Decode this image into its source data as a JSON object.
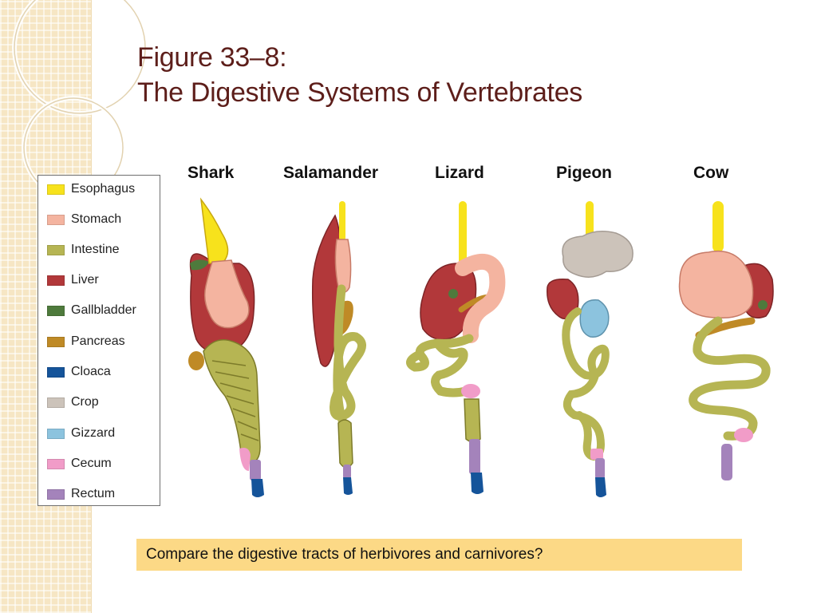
{
  "slide": {
    "title_line1": "Figure 33–8:",
    "title_line2": "The Digestive Systems of Vertebrates"
  },
  "legend": {
    "items": [
      {
        "label": "Esophagus",
        "color": "#f7e21c"
      },
      {
        "label": "Stomach",
        "color": "#f4b4a0"
      },
      {
        "label": "Intestine",
        "color": "#b6b553"
      },
      {
        "label": "Liver",
        "color": "#b2383a"
      },
      {
        "label": "Gallbladder",
        "color": "#4e7a3c"
      },
      {
        "label": "Pancreas",
        "color": "#bf8a26"
      },
      {
        "label": "Cloaca",
        "color": "#15549a"
      },
      {
        "label": "Crop",
        "color": "#ccc3ba"
      },
      {
        "label": "Gizzard",
        "color": "#8cc3de"
      },
      {
        "label": "Cecum",
        "color": "#f19cc8"
      },
      {
        "label": "Rectum",
        "color": "#a483bb"
      }
    ]
  },
  "animals": [
    {
      "label": "Shark"
    },
    {
      "label": "Salamander"
    },
    {
      "label": "Lizard"
    },
    {
      "label": "Pigeon"
    },
    {
      "label": "Cow"
    }
  ],
  "question": {
    "text": "Compare the digestive tracts of herbivores and carnivores?",
    "color": "#fcd986"
  }
}
